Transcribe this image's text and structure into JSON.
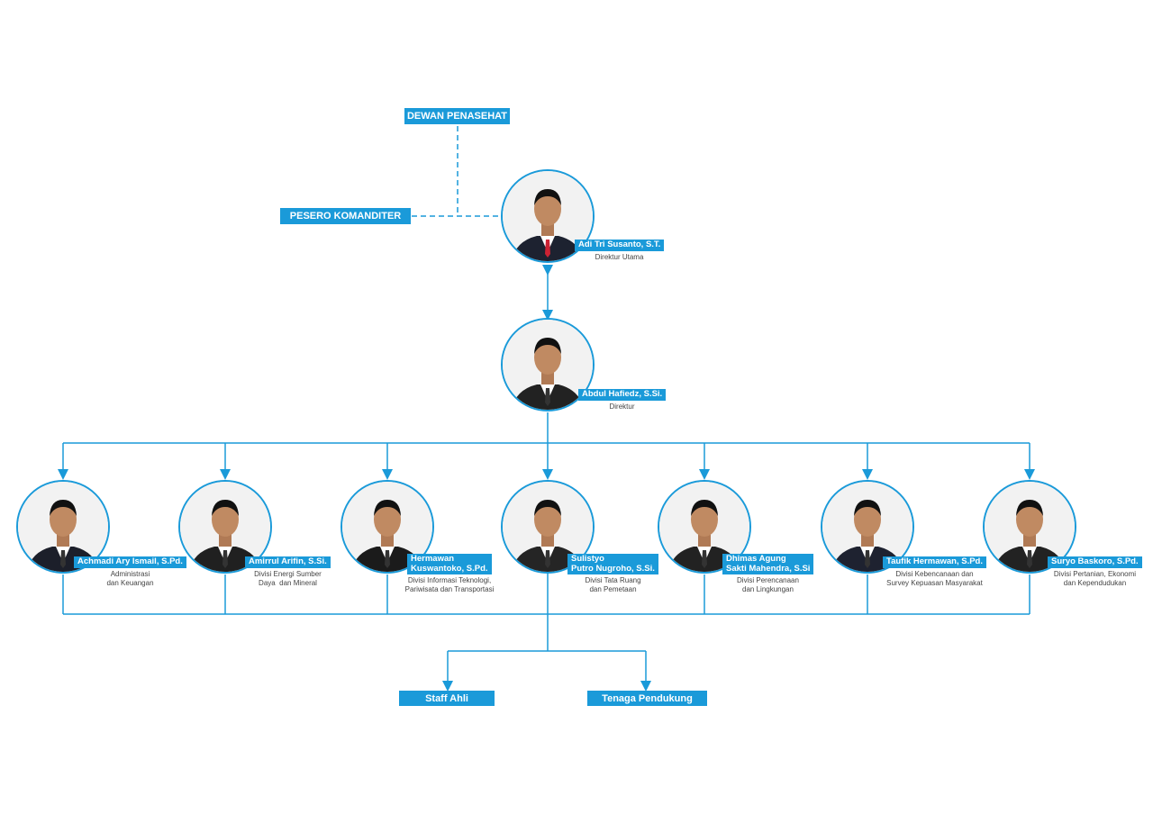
{
  "top_boxes": {
    "advisory": "DEWAN PENASEHAT",
    "partners": "PESERO KOMANDITER"
  },
  "people": [
    {
      "name": "Adi Tri Susanto, S.T.",
      "role": "Direktur Utama"
    },
    {
      "name": "Abdul Hafiedz, S.Si.",
      "role": "Direktur"
    },
    {
      "name": "Achmadi Ary Ismail, S.Pd.",
      "role": "Administrasi\ndan Keuangan"
    },
    {
      "name": "Amirrul Arifin, S.Si.",
      "role": "Divisi Energi Sumber\nDaya  dan Mineral"
    },
    {
      "name": "Hermawan\nKuswantoko, S.Pd.",
      "role": "Divisi Informasi Teknologi,\nPariwisata dan Transportasi"
    },
    {
      "name": "Sulistyo\nPutro Nugroho, S.Si.",
      "role": "Divisi Tata Ruang\ndan Pemetaan"
    },
    {
      "name": "Dhimas Agung\nSakti Mahendra, S.Si",
      "role": "Divisi Perencanaan\ndan Lingkungan"
    },
    {
      "name": "Taufik Hermawan, S.Pd.",
      "role": "Divisi Kebencanaan dan\nSurvey Kepuasan Masyarakat"
    },
    {
      "name": "Suryo Baskoro, S.Pd.",
      "role": "Divisi Pertanian, Ekonomi\ndan Kependudukan"
    }
  ],
  "bottom_boxes": {
    "experts": "Staff Ahli",
    "support": "Tenaga Pendukung"
  },
  "colors": {
    "accent": "#1a9ad9"
  }
}
